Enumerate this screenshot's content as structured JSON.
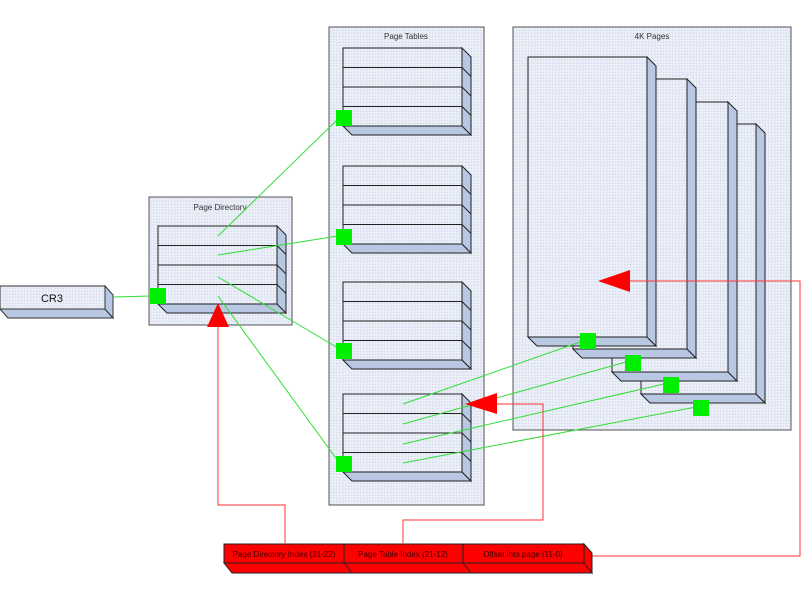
{
  "diagram": {
    "title": "x86 32-bit Paging (4K Pages)",
    "colors": {
      "panel_fill": "#e8edf7",
      "panel_stroke": "#555555",
      "box_fill": "#eef2fa",
      "side_fill": "#b8c8e2",
      "connector_green": "#00ee00",
      "pointer_green": "#33dd33",
      "arrow_red": "#ff0000",
      "address_fill": "#ff0000"
    },
    "register": {
      "label": "CR3"
    },
    "page_directory": {
      "title": "Page Directory",
      "entries": 4
    },
    "page_tables": {
      "title": "Page Tables",
      "tables": 4,
      "entries_per_table": 4
    },
    "pages": {
      "title": "4K Pages",
      "count": 4
    },
    "linear_address": {
      "fields": [
        {
          "label": "Page Directory Index (31-22)"
        },
        {
          "label": "Page Table Index (21-12)"
        },
        {
          "label": "Offset into page (11-0)"
        }
      ]
    }
  }
}
